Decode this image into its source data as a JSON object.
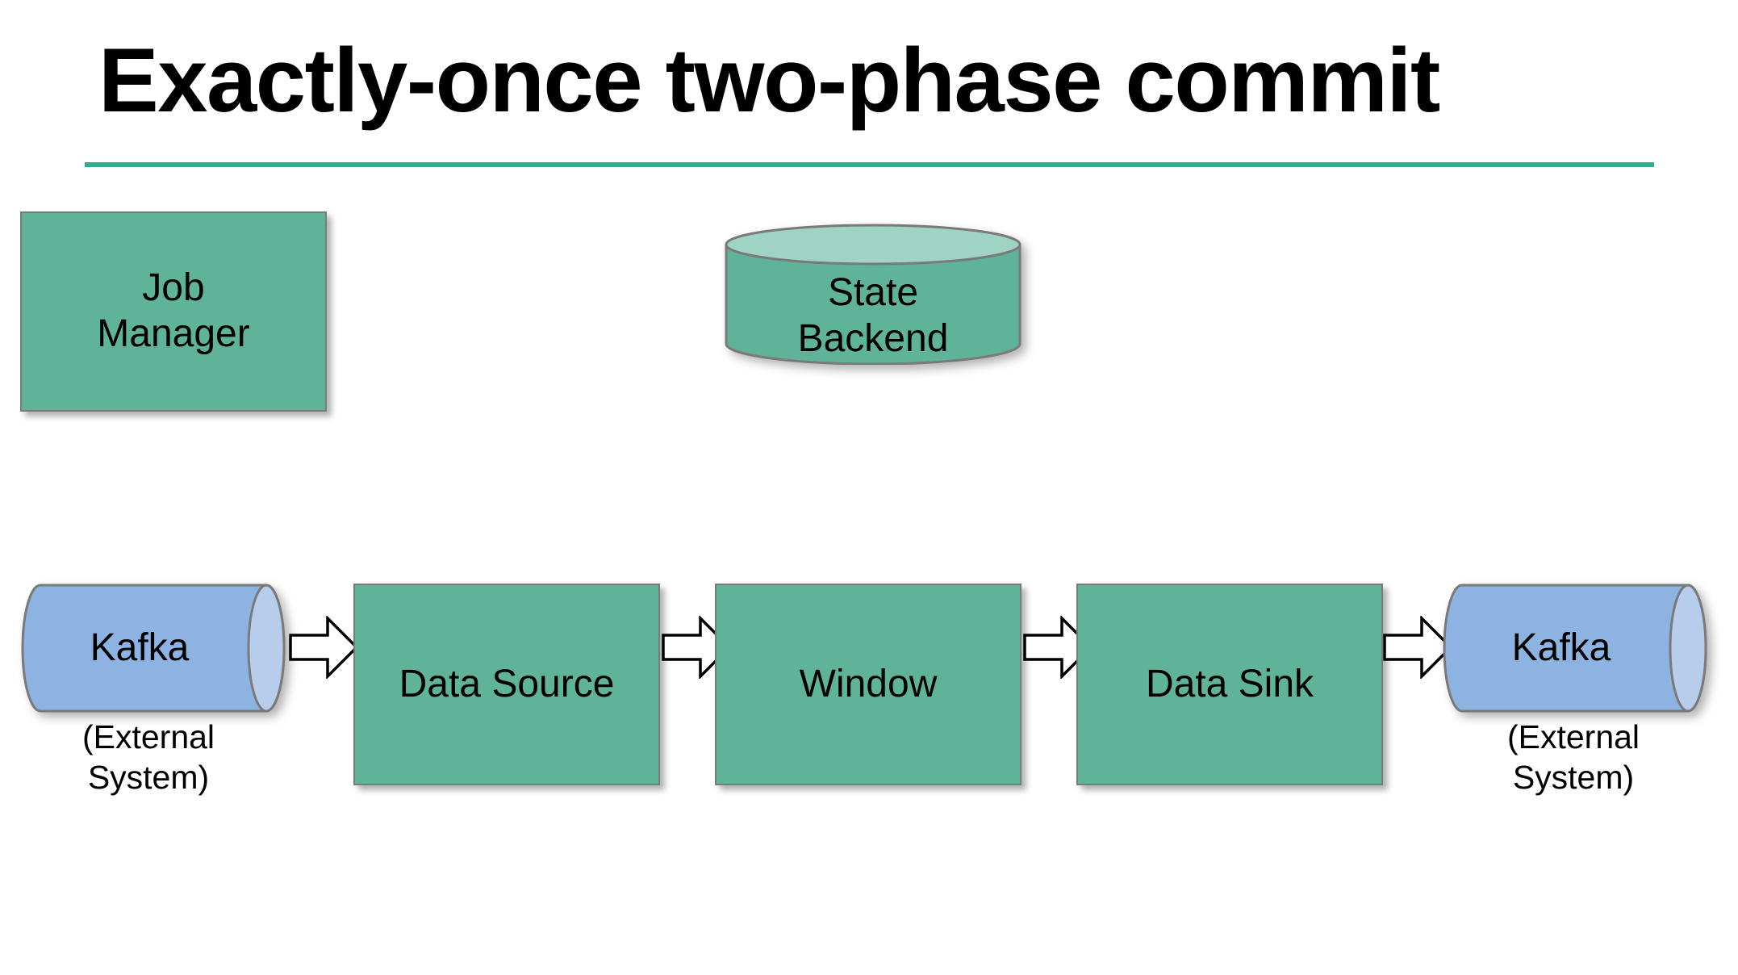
{
  "slide": {
    "title": "Exactly-once two-phase commit",
    "accent_color": "#33ab8f",
    "background_color": "#ffffff"
  },
  "palette": {
    "process_green": "#5fb398",
    "cylinder_top_green": "#9fd3c3",
    "kafka_blue": "#8cb3e2",
    "kafka_cap_blue": "#b8cdec",
    "shape_border": "#7a7a7a",
    "arrow_fill": "#ffffff",
    "arrow_stroke": "#000000",
    "text_color": "#000000"
  },
  "diagram": {
    "coordinator": {
      "label": "Job\nManager",
      "shape": "rectangle",
      "fill": "#5fb398"
    },
    "state_store": {
      "label": "State\nBackend",
      "shape": "cylinder",
      "fill": "#5fb398"
    },
    "pipeline": [
      {
        "id": "kafka-source",
        "label": "Kafka",
        "caption": "(External\nSystem)",
        "shape": "cylinder-horizontal",
        "fill": "#8cb3e2"
      },
      {
        "id": "data-source",
        "label": "Data Source",
        "shape": "rectangle",
        "fill": "#5fb398"
      },
      {
        "id": "window",
        "label": "Window",
        "shape": "rectangle",
        "fill": "#5fb398"
      },
      {
        "id": "data-sink",
        "label": "Data Sink",
        "shape": "rectangle",
        "fill": "#5fb398"
      },
      {
        "id": "kafka-sink",
        "label": "Kafka",
        "caption": "(External\nSystem)",
        "shape": "cylinder-horizontal",
        "fill": "#8cb3e2"
      }
    ],
    "connectors": [
      {
        "id": "arrow-kafka-source-to-data-source",
        "from": "kafka-source",
        "to": "data-source",
        "direction": "right"
      },
      {
        "id": "arrow-data-source-to-window",
        "from": "data-source",
        "to": "window",
        "direction": "right"
      },
      {
        "id": "arrow-window-to-data-sink",
        "from": "window",
        "to": "data-sink",
        "direction": "right"
      },
      {
        "id": "arrow-data-sink-to-kafka-sink",
        "from": "data-sink",
        "to": "kafka-sink",
        "direction": "right"
      }
    ]
  }
}
